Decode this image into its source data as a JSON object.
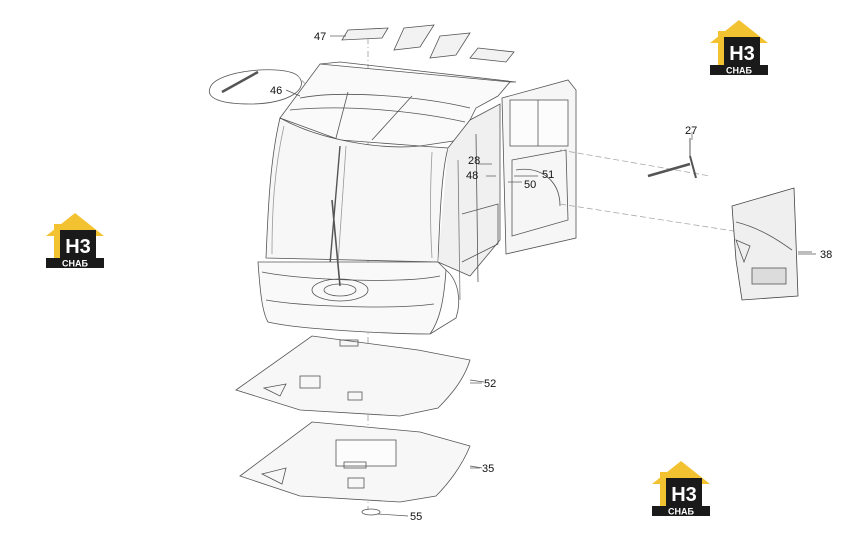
{
  "brand": {
    "mark": "H3",
    "name": "СНАБ",
    "colors": {
      "roof": "#f2c230",
      "box": "#1a1a1a",
      "text": "#ffffff"
    }
  },
  "callouts": {
    "c47": "47",
    "c46": "46",
    "c27": "27",
    "c28": "28",
    "c48": "48",
    "c51": "51",
    "c50": "50",
    "c38": "38",
    "c52": "52",
    "c35": "35",
    "c55": "55"
  },
  "colors": {
    "line": "#555555",
    "thin": "#888888",
    "fill": "#f4f4f4"
  }
}
